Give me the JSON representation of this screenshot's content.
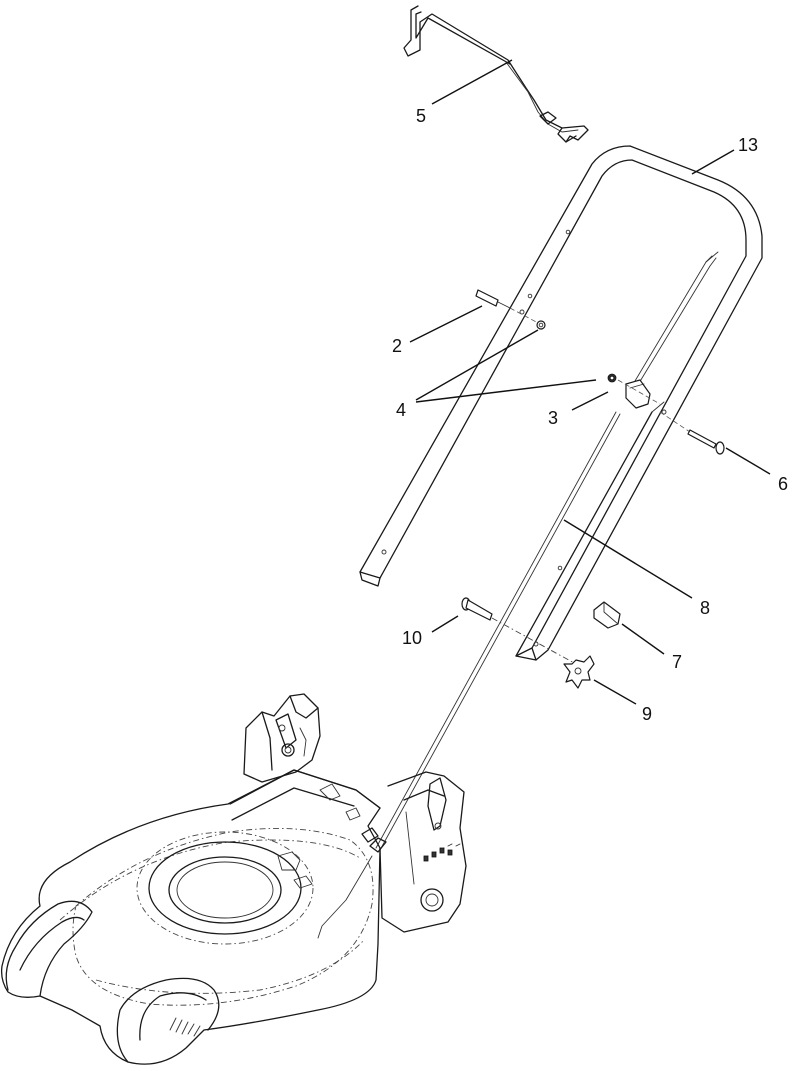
{
  "diagram": {
    "callouts": [
      {
        "id": "c5",
        "label": "5"
      },
      {
        "id": "c13",
        "label": "13"
      },
      {
        "id": "c2",
        "label": "2"
      },
      {
        "id": "c4",
        "label": "4"
      },
      {
        "id": "c3",
        "label": "3"
      },
      {
        "id": "c6",
        "label": "6"
      },
      {
        "id": "c8",
        "label": "8"
      },
      {
        "id": "c10",
        "label": "10"
      },
      {
        "id": "c7",
        "label": "7"
      },
      {
        "id": "c9",
        "label": "9"
      }
    ],
    "colors": {
      "line": "#1a1a1a",
      "background": "#ffffff"
    }
  }
}
